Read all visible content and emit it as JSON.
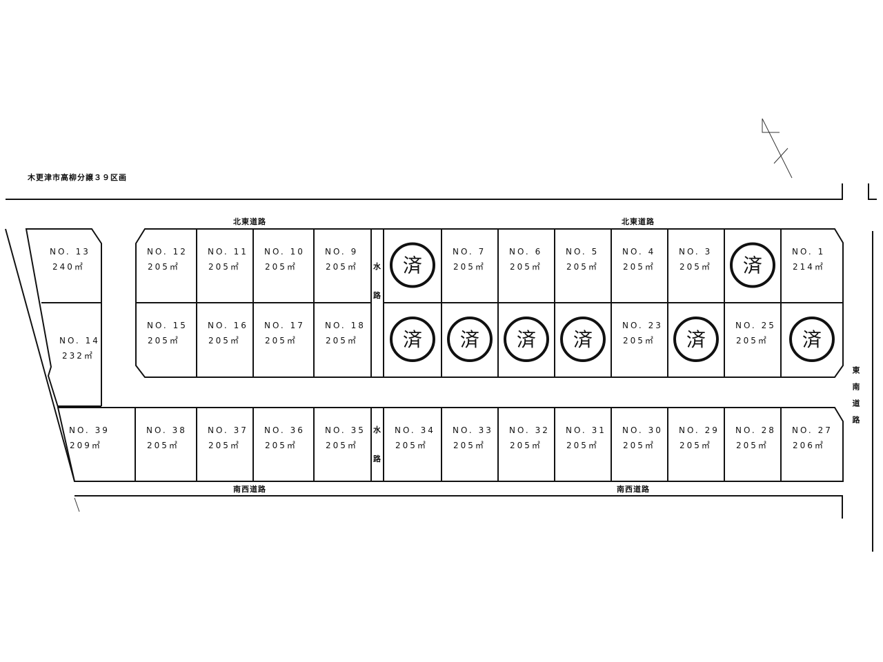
{
  "title": "木更津市高柳分譲３９区画",
  "roads": {
    "north_east": "北東道路",
    "south_west": "南西道路",
    "south_east": "東南道路",
    "waterway": "水路"
  },
  "sold_mark": "済",
  "plots": {
    "p13": {
      "no": "NO. 13",
      "area": "240㎡"
    },
    "p14": {
      "no": "NO. 14",
      "area": "232㎡"
    },
    "top_row": [
      {
        "no": "NO. 12",
        "area": "205㎡",
        "sold": false
      },
      {
        "no": "NO. 11",
        "area": "205㎡",
        "sold": false
      },
      {
        "no": "NO. 10",
        "area": "205㎡",
        "sold": false
      },
      {
        "no": "NO. 9",
        "area": "205㎡",
        "sold": false
      },
      {
        "no": "",
        "area": "",
        "sold": true
      },
      {
        "no": "NO. 7",
        "area": "205㎡",
        "sold": false
      },
      {
        "no": "NO. 6",
        "area": "205㎡",
        "sold": false
      },
      {
        "no": "NO. 5",
        "area": "205㎡",
        "sold": false
      },
      {
        "no": "NO. 4",
        "area": "205㎡",
        "sold": false
      },
      {
        "no": "NO. 3",
        "area": "205㎡",
        "sold": false
      },
      {
        "no": "",
        "area": "",
        "sold": true
      },
      {
        "no": "NO. 1",
        "area": "214㎡",
        "sold": false
      }
    ],
    "middle_row": [
      {
        "no": "NO. 15",
        "area": "205㎡",
        "sold": false
      },
      {
        "no": "NO. 16",
        "area": "205㎡",
        "sold": false
      },
      {
        "no": "NO. 17",
        "area": "205㎡",
        "sold": false
      },
      {
        "no": "NO. 18",
        "area": "205㎡",
        "sold": false
      },
      {
        "no": "",
        "area": "",
        "sold": true
      },
      {
        "no": "",
        "area": "",
        "sold": true
      },
      {
        "no": "",
        "area": "",
        "sold": true
      },
      {
        "no": "",
        "area": "",
        "sold": true
      },
      {
        "no": "NO. 23",
        "area": "205㎡",
        "sold": false
      },
      {
        "no": "",
        "area": "",
        "sold": true
      },
      {
        "no": "NO. 25",
        "area": "205㎡",
        "sold": false
      },
      {
        "no": "",
        "area": "",
        "sold": true
      }
    ],
    "bottom_row": [
      {
        "no": "NO. 39",
        "area": "209㎡",
        "sold": false
      },
      {
        "no": "NO. 38",
        "area": "205㎡",
        "sold": false
      },
      {
        "no": "NO. 37",
        "area": "205㎡",
        "sold": false
      },
      {
        "no": "NO. 36",
        "area": "205㎡",
        "sold": false
      },
      {
        "no": "NO. 35",
        "area": "205㎡",
        "sold": false
      },
      {
        "no": "NO. 34",
        "area": "205㎡",
        "sold": false
      },
      {
        "no": "NO. 33",
        "area": "205㎡",
        "sold": false
      },
      {
        "no": "NO. 32",
        "area": "205㎡",
        "sold": false
      },
      {
        "no": "NO. 31",
        "area": "205㎡",
        "sold": false
      },
      {
        "no": "NO. 30",
        "area": "205㎡",
        "sold": false
      },
      {
        "no": "NO. 29",
        "area": "205㎡",
        "sold": false
      },
      {
        "no": "NO. 28",
        "area": "205㎡",
        "sold": false
      },
      {
        "no": "NO. 27",
        "area": "206㎡",
        "sold": false
      }
    ]
  }
}
